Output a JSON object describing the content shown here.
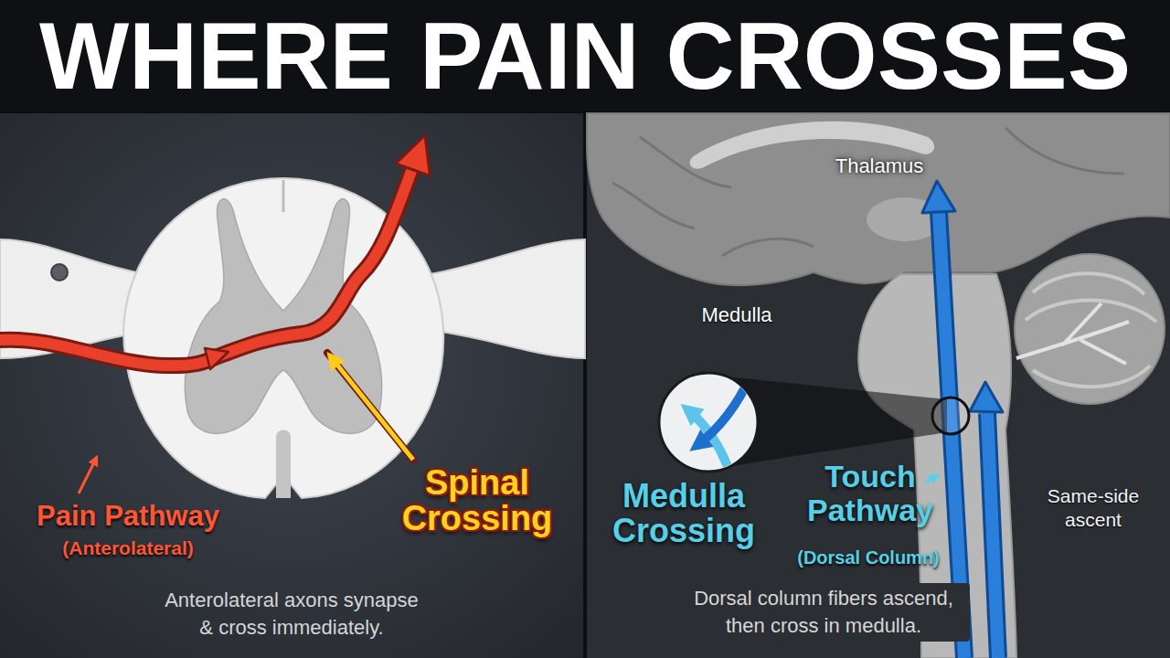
{
  "diagram": {
    "title": "WHERE PAIN CROSSES",
    "nodes": [
      {
        "text": [
          "Anterolateral axons synapse & cross immediately."
        ]
      },
      {
        "text": [
          "Dorsal column fibers ascend, then cross in medulla."
        ]
      }
    ],
    "labels": [
      "Pain Pathway",
      "(Anterolateral)",
      "Spinal Crossing",
      "Thalamus",
      "Medulla",
      "Medulla Crossing",
      "Touch Pathway",
      "(Dorsal Column)",
      "Same-side ascent"
    ]
  }
}
